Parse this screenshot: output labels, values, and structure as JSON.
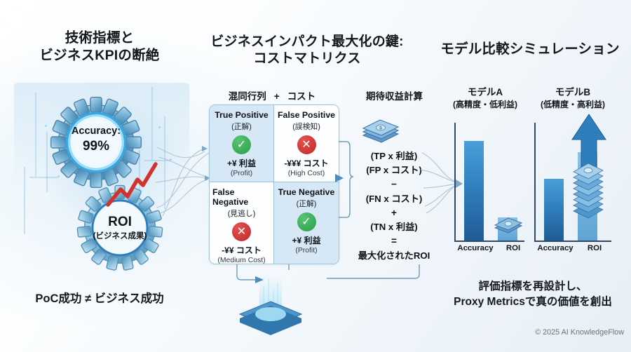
{
  "sections": {
    "left": {
      "title": "技術指標と\nビジネスKPIの断絶"
    },
    "mid": {
      "title": "ビジネスインパクト最大化の鍵:\nコストマトリクス"
    },
    "right": {
      "title": "モデル比較シミュレーション"
    }
  },
  "left_panel": {
    "gear_accuracy": {
      "line1": "Accuracy:",
      "line2": "99%",
      "icon": "gear-icon"
    },
    "gear_roi": {
      "line1": "ROI",
      "line2": "(ビジネス成果)",
      "icon": "gear-icon"
    },
    "break_icon": "lightning-break-icon",
    "note": "PoC成功 ≠ ビジネス成功"
  },
  "mid_panel": {
    "matrix_head": {
      "left": "混同行列",
      "plus": "+",
      "right": "コスト"
    },
    "calc_head": "期待収益計算",
    "matrix": [
      {
        "name": "true-positive",
        "title": "True Positive",
        "subtitle": "(正解)",
        "badge": "check-icon",
        "badge_kind": "ok",
        "value": "+¥ 利益",
        "value_note": "(Profit)",
        "tint": true
      },
      {
        "name": "false-positive",
        "title": "False Positive",
        "subtitle": "(誤検知)",
        "badge": "cross-icon",
        "badge_kind": "bad",
        "value": "-¥¥¥ コスト",
        "value_note": "(High Cost)",
        "tint": false
      },
      {
        "name": "false-negative",
        "title": "False Negative",
        "subtitle": "(見逃し)",
        "badge": "cross-icon",
        "badge_kind": "bad",
        "value": "-¥¥ コスト",
        "value_note": "(Medium Cost)",
        "tint": false
      },
      {
        "name": "true-negative",
        "title": "True Negative",
        "subtitle": "(正解)",
        "badge": "check-icon",
        "badge_kind": "ok",
        "value": "+¥ 利益",
        "value_note": "(Profit)",
        "tint": true
      }
    ],
    "money_icon": "banknote-stack-icon",
    "formula_lines": [
      "(TP x 利益)",
      "(FP x コスト)",
      "−",
      "(FN x コスト)",
      "+",
      "(TN x 利益)",
      "=",
      "最大化されたROI"
    ],
    "platform_icon": "holographic-platform-icon"
  },
  "right_panel": {
    "models": [
      {
        "name": "モデルA",
        "desc": "(高精度・低利益)"
      },
      {
        "name": "モデルB",
        "desc": "(低精度・高利益)"
      }
    ],
    "note": "評価指標を再設計し、\nProxy Metricsで真の価値を創出",
    "arrow_icon": "up-arrow-icon",
    "bills_icon": "banknote-icon",
    "stack_icon": "coin-stack-icon"
  },
  "chart_data": [
    {
      "type": "bar",
      "title": "モデルA",
      "subtitle": "(高精度・低利益)",
      "categories": [
        "Accuracy",
        "ROI"
      ],
      "values": [
        95,
        22
      ],
      "ylim": [
        0,
        100
      ],
      "grid": false,
      "legend": "none",
      "xlabel": "",
      "ylabel": ""
    },
    {
      "type": "bar",
      "title": "モデルB",
      "subtitle": "(低精度・高利益)",
      "categories": [
        "Accuracy",
        "ROI"
      ],
      "values": [
        62,
        96
      ],
      "ylim": [
        0,
        100
      ],
      "grid": false,
      "legend": "none",
      "xlabel": "",
      "ylabel": ""
    }
  ],
  "footer": {
    "copyright": "© 2025 AI KnowledgeFlow"
  },
  "colors": {
    "accent_blue": "#2f7ebc",
    "deep_blue": "#1f5c96",
    "light_blue": "#8cc4e6",
    "matrix_tint": "#d6e8f5",
    "matrix_border": "#9ec4dd",
    "ok_green": "#2a9e49",
    "bad_red": "#c12a2a",
    "break_red": "#d0342c",
    "text_dark": "#14181c"
  }
}
